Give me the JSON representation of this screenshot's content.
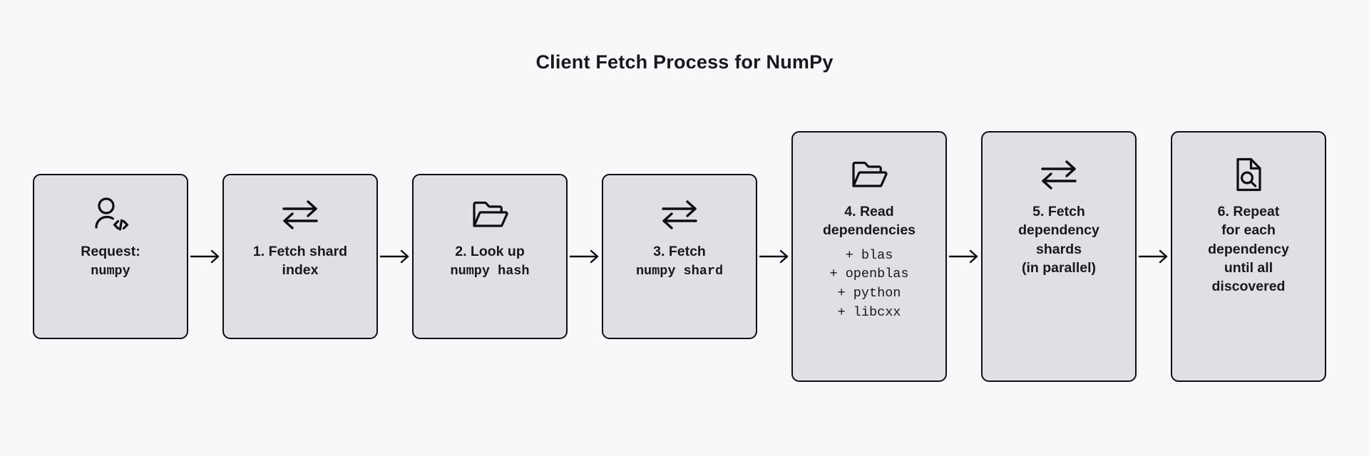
{
  "page": {
    "title": "Client Fetch Process for NumPy",
    "background_color": "#f7f8fa",
    "node_fill_color": "#dee0e6",
    "node_border_color": "#0d0f12",
    "text_color": "#16181c"
  },
  "flow": {
    "connector_icon": "arrow-right-icon",
    "nodes": [
      {
        "id": "request",
        "icon": "user-code-icon",
        "size": "small",
        "lines": [
          {
            "text": "Request:",
            "mono": false
          },
          {
            "text": "numpy",
            "mono": true
          }
        ],
        "deps": []
      },
      {
        "id": "fetch-shard-index",
        "icon": "exchange-arrows-icon",
        "size": "small",
        "lines": [
          {
            "text": "1. Fetch shard",
            "mono": false
          },
          {
            "text": "index",
            "mono": false
          }
        ],
        "deps": []
      },
      {
        "id": "look-up-hash",
        "icon": "folder-open-icon",
        "size": "small",
        "lines": [
          {
            "text": "2. Look up",
            "mono": false
          },
          {
            "text": "numpy  hash",
            "mono": true
          }
        ],
        "deps": []
      },
      {
        "id": "fetch-shard",
        "icon": "exchange-arrows-icon",
        "size": "small",
        "lines": [
          {
            "text": "3. Fetch",
            "mono": false
          },
          {
            "text": "numpy  shard",
            "mono": true
          }
        ],
        "deps": []
      },
      {
        "id": "read-dependencies",
        "icon": "folder-open-icon",
        "size": "large",
        "lines": [
          {
            "text": "4. Read",
            "mono": false
          },
          {
            "text": "dependencies",
            "mono": false
          }
        ],
        "deps": [
          "+ blas",
          "+ openblas",
          "+ python",
          "+ libcxx"
        ]
      },
      {
        "id": "fetch-dependency-shards",
        "icon": "exchange-arrows-icon",
        "size": "large",
        "lines": [
          {
            "text": "5. Fetch",
            "mono": false
          },
          {
            "text": "dependency",
            "mono": false
          },
          {
            "text": "shards",
            "mono": false
          },
          {
            "text": "(in parallel)",
            "mono": false
          }
        ],
        "deps": []
      },
      {
        "id": "repeat-until-discovered",
        "icon": "document-search-icon",
        "size": "large",
        "lines": [
          {
            "text": "6. Repeat",
            "mono": false
          },
          {
            "text": "for each",
            "mono": false
          },
          {
            "text": "dependency",
            "mono": false
          },
          {
            "text": "until all",
            "mono": false
          },
          {
            "text": "discovered",
            "mono": false
          }
        ],
        "deps": []
      }
    ]
  }
}
